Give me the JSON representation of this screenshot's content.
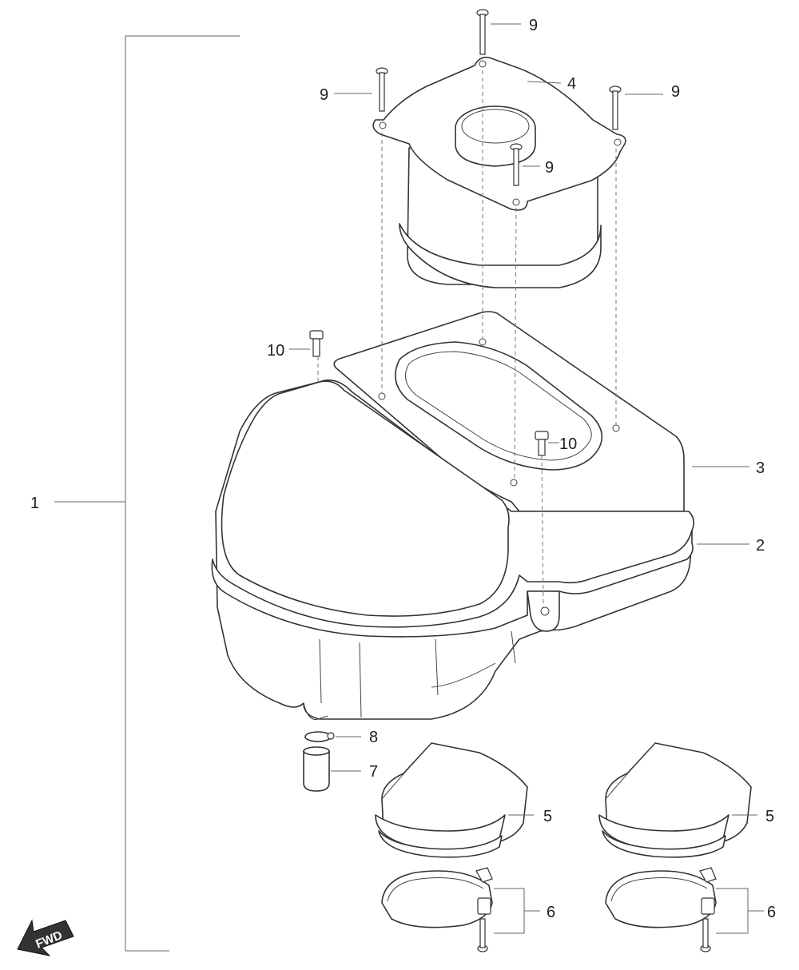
{
  "callouts": {
    "c1": "1",
    "c2": "2",
    "c3": "3",
    "c4": "4",
    "c5a": "5",
    "c5b": "5",
    "c6a": "6",
    "c6b": "6",
    "c7": "7",
    "c8": "8",
    "c9a": "9",
    "c9b": "9",
    "c9c": "9",
    "c9d": "9",
    "c10a": "10",
    "c10b": "10"
  },
  "fwd_badge": {
    "text": "FWD",
    "icon": "fwd-arrow-icon",
    "color": "#333333"
  }
}
